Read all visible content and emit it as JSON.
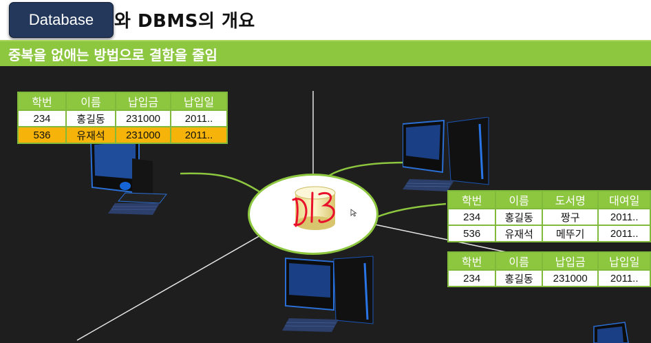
{
  "header": {
    "title": "와 DBMS의 개요",
    "button_label": "Database",
    "subtitle": "중복을 없애는 방법으로 결함을 줄임"
  },
  "colors": {
    "accent_green": "#8dc63f",
    "highlight_orange": "#f6b40a",
    "button_navy": "#23385a",
    "background": "#1e1e1e",
    "annotation_red": "#e8102a"
  },
  "tables": {
    "left": {
      "headers": [
        "학번",
        "이름",
        "납입금",
        "납입일"
      ],
      "rows": [
        [
          "234",
          "홍길동",
          "231000",
          "2011.."
        ],
        [
          "536",
          "유재석",
          "231000",
          "2011.."
        ]
      ],
      "highlighted_row": 1
    },
    "right_top": {
      "headers": [
        "학번",
        "이름",
        "도서명",
        "대여일"
      ],
      "rows": [
        [
          "234",
          "홍길동",
          "짱구",
          "2011.."
        ],
        [
          "536",
          "유재석",
          "메뚜기",
          "2011.."
        ]
      ]
    },
    "right_bottom": {
      "headers": [
        "학번",
        "이름",
        "납입금",
        "납입일"
      ],
      "rows": [
        [
          "234",
          "홍길동",
          "231000",
          "2011.."
        ]
      ]
    }
  },
  "icons": [
    "computer-tower-icon",
    "keyboard-icon",
    "database-cylinder-icon",
    "mouse-cursor-icon"
  ]
}
